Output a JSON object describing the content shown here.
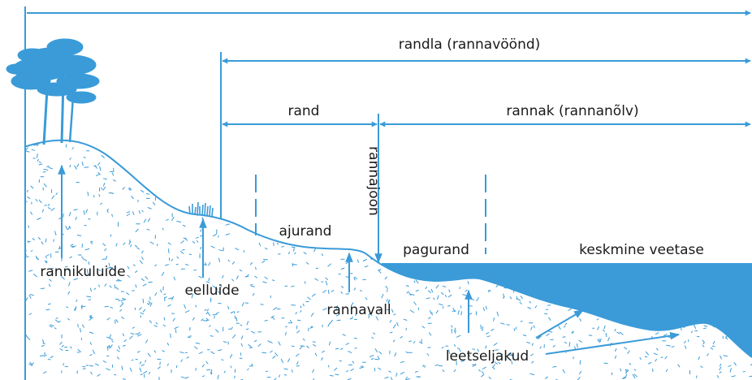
{
  "colors": {
    "accent": "#3a9bd8",
    "water": "#3a9bd8",
    "text": "#1a1a1a",
    "ground_fill": "#ffffff",
    "ground_texture": "#3a9bd8"
  },
  "labels": {
    "randla": "randla (rannavöönd)",
    "rand": "rand",
    "rannak": "rannak (rannanõlv)",
    "rannajoon": "rannajoon",
    "ajurand": "ajurand",
    "pagurand": "pagurand",
    "keskmine_veetase": "keskmine veetase",
    "rannikuluide": "rannikuluide",
    "eelluide": "eelluide",
    "rannavall": "rannavall",
    "leetseljakud": "leetseljakud"
  },
  "icons": [
    "tree-icon",
    "grass-tuft-icon",
    "arrow-icon"
  ]
}
